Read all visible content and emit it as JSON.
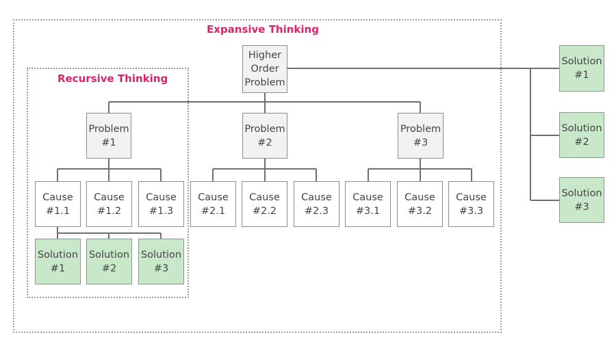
{
  "frames": {
    "expansive_title": "Expansive Thinking",
    "recursive_title": "Recursive Thinking"
  },
  "nodes": {
    "root": "Higher\nOrder\nProblem",
    "problem_1": "Problem\n#1",
    "problem_2": "Problem\n#2",
    "problem_3": "Problem\n#3",
    "cause_1_1": "Cause\n#1.1",
    "cause_1_2": "Cause\n#1.2",
    "cause_1_3": "Cause\n#1.3",
    "cause_2_1": "Cause\n#2.1",
    "cause_2_2": "Cause\n#2.2",
    "cause_2_3": "Cause\n#2.3",
    "cause_3_1": "Cause\n#3.1",
    "cause_3_2": "Cause\n#3.2",
    "cause_3_3": "Cause\n#3.3",
    "recursive_solution_1": "Solution\n#1",
    "recursive_solution_2": "Solution\n#2",
    "recursive_solution_3": "Solution\n#3",
    "expansive_solution_1": "Solution\n#1",
    "expansive_solution_2": "Solution\n#2",
    "expansive_solution_3": "Solution\n#3"
  },
  "colors": {
    "accent_title": "#d8246a",
    "solution_fill": "#c9e7c9",
    "problem_fill": "#f2f2f2",
    "connector": "#6e6e6e"
  }
}
